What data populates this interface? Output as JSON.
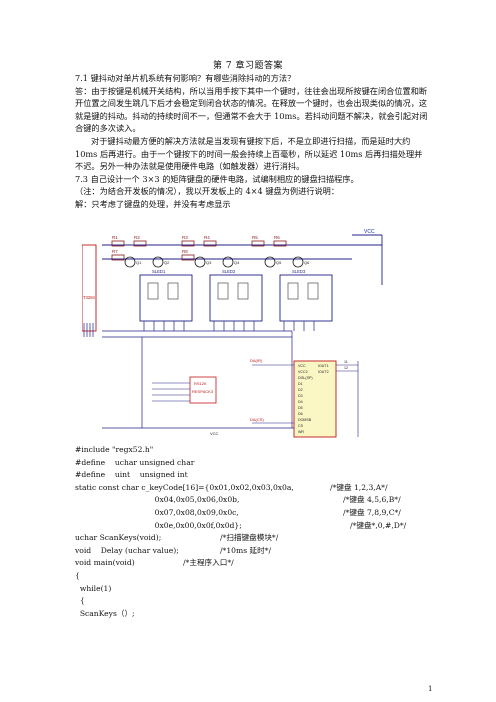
{
  "title": "第 7 章习题答案",
  "q1": "7.1  键抖动对单片机系统有何影响？有哪些消除抖动的方法？",
  "a1": "答：由于按键是机械开关结构，所以当用手按下其中一个键时，往往会出现所按键在闭合位置和断开位置之间发生跳几下后才会稳定到闭合状态的情况。在释放一个键时，也会出现类似的情况，这就是键的抖动。抖动的持续时间不一，但通常不会大于 10ms。若抖动问题不解决，就会引起对闭合键的多次读入。",
  "a1b": "对于键抖动最方便的解决方法就是当发现有键按下后，不是立即进行扫描，而是延时大约 10ms 后再进行。由于一个键按下的时间一般会持续上百毫秒，所以延迟 10ms 后再扫描处理并不迟。另外一种办法就是使用硬件电路（如触发器）进行消抖。",
  "q3": "7.3  自己设计一个 3×3 的矩阵键盘的硬件电路，试编制相应的键盘扫描程序。",
  "note": "（注：为结合开发板的情况），我以开发板上的 4×4 键盘为例进行说明：",
  "solution": "解：只考虑了键盘的处理，并没有考虑显示",
  "circuit": {
    "vcc": "VCC",
    "resistors": [
      "R1",
      "R2",
      "R3",
      "R4",
      "R5",
      "R6",
      "R7",
      "R8"
    ],
    "transistors": [
      "Q1",
      "Q2",
      "Q3",
      "Q4",
      "Q5",
      "Q6"
    ],
    "displays": [
      "SLED1",
      "SLED2",
      "SLED3"
    ],
    "left_label": "T3284",
    "res_pack": [
      "RS12K",
      "RESPACK3"
    ],
    "ic_left_labels": [
      "DA(IR)",
      "DA(CS)"
    ],
    "ic_pins": [
      "VCC",
      "VCC2",
      "DGL(SP)",
      "D1",
      "D2",
      "D3",
      "D4",
      "D5",
      "D6",
      "DOMSB",
      "CS",
      "WR"
    ],
    "ic_right_pins": [
      "IOUT1",
      "IOUT2"
    ],
    "ic_right_nums": [
      "11",
      "12"
    ],
    "bottom_vcc": "VCC"
  },
  "code": [
    {
      "t": "#include \"regx52.h\"",
      "c": ""
    },
    {
      "t": "#define    uchar unsigned char",
      "c": ""
    },
    {
      "t": "#define    uint    unsigned int",
      "c": ""
    },
    {
      "t": "static const char c_keyCode[16]={0x01,0x02,0x03,0x0a,",
      "c": "/*键盘 1,2,3,A*/"
    },
    {
      "t": "                                 0x04,0x05,0x06,0x0b,",
      "c": "/*键盘 4,5,6,B*/"
    },
    {
      "t": "                                 0x07,0x08,0x09,0x0c,",
      "c": "/*键盘 7,8,9,C*/"
    },
    {
      "t": "                                 0x0e,0x00,0x0f,0x0d};",
      "c": "/*键盘*,0,#,D*/"
    },
    {
      "t": "uchar ScanKeys(void);",
      "c": "/*扫描键盘模块*/"
    },
    {
      "t": "void    Delay (uchar value);",
      "c": "/*10ms 延时*/"
    },
    {
      "t": "void main(void)",
      "c": "/*主程序入口*/"
    },
    {
      "t": "{",
      "c": ""
    },
    {
      "t": "  while(1)",
      "c": ""
    },
    {
      "t": "  {",
      "c": ""
    },
    {
      "t": "  ScanKeys（）;",
      "c": ""
    }
  ],
  "page_number": "1"
}
